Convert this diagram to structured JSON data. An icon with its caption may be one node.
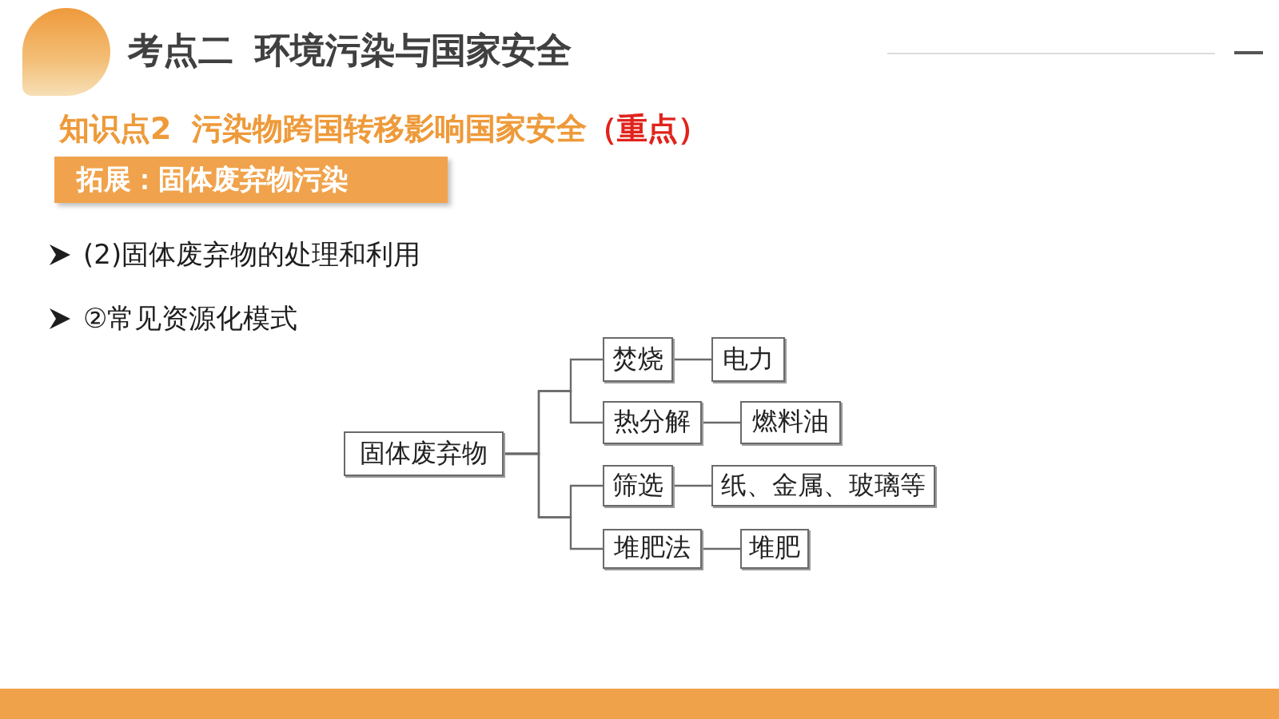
{
  "diagram": {
    "title": "考点二 环境污染与国家安全",
    "nodes": [
      {
        "text": [
          "固体废弃物"
        ]
      },
      {
        "text": [
          "焚烧"
        ]
      },
      {
        "text": [
          "电力"
        ]
      },
      {
        "text": [
          "热分解"
        ]
      },
      {
        "text": [
          "燃料油"
        ]
      },
      {
        "text": [
          "筛选"
        ]
      },
      {
        "text": [
          "纸、金属、玻璃等"
        ]
      },
      {
        "text": [
          "堆肥法"
        ]
      },
      {
        "text": [
          "堆肥"
        ]
      }
    ],
    "edges": [
      {
        "from": 0,
        "to": 1,
        "arrow": "none"
      },
      {
        "from": 0,
        "to": 3,
        "arrow": "none"
      },
      {
        "from": 0,
        "to": 5,
        "arrow": "none"
      },
      {
        "from": 0,
        "to": 7,
        "arrow": "none"
      },
      {
        "from": 1,
        "to": 2,
        "arrow": "none"
      },
      {
        "from": 3,
        "to": 4,
        "arrow": "none"
      },
      {
        "from": 5,
        "to": 6,
        "arrow": "none"
      },
      {
        "from": 7,
        "to": 8,
        "arrow": "none"
      }
    ],
    "labels": [
      "知识点2 污染物跨国转移影响国家安全",
      "（重点）",
      "拓展：固体废弃物污染",
      "(2)固体废弃物的处理和利用",
      "②常见资源化模式"
    ]
  }
}
